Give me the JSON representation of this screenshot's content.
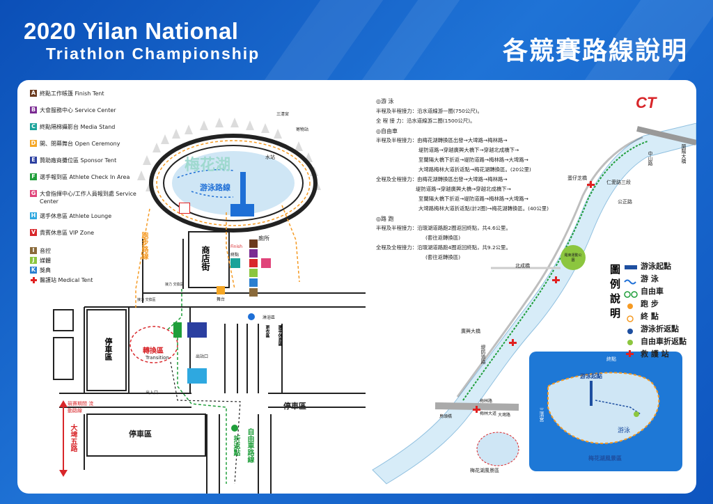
{
  "header": {
    "title_line1": "2020 Yilan National",
    "title_line2": "Triathlon Championship",
    "title_cn": "各競賽路線說明"
  },
  "legend": [
    {
      "key": "A",
      "color": "#6b3a1e",
      "label": "終點工作帳篷 Finish Tent"
    },
    {
      "key": "B",
      "color": "#7a2a92",
      "label": "大會服務中心 Service Center"
    },
    {
      "key": "C",
      "color": "#1aa39a",
      "label": "終點隔梯攝影台 Media Stand"
    },
    {
      "key": "D",
      "color": "#f5a623",
      "label": "開、閉幕舞台 Open Ceremony"
    },
    {
      "key": "E",
      "color": "#2b3fa0",
      "label": "贊助廠商攤位區 Sponsor Tent"
    },
    {
      "key": "F",
      "color": "#1f9e3a",
      "label": "選手報到區 Athlete Check In Area"
    },
    {
      "key": "G",
      "color": "#e0447a",
      "label": "大會指揮中心/工作人員報到處 Service Center"
    },
    {
      "key": "H",
      "color": "#2ea8e0",
      "label": "選手休息區 Athlete Lounge"
    },
    {
      "key": "V",
      "color": "#d8262a",
      "label": "貴賓休息區 VIP Zone"
    },
    {
      "key": "I",
      "color": "#8a6a3a",
      "label": "音控"
    },
    {
      "key": "J",
      "color": "#8cc63f",
      "label": "媒體"
    },
    {
      "key": "K",
      "color": "#2b7fd0",
      "label": "獎典"
    },
    {
      "key": "+",
      "color": "#e02020",
      "label": "醫護站 Medical Tent"
    }
  ],
  "left_map": {
    "lake_name": "梅花湖",
    "swim_label": "游泳路線",
    "water_station": "水站",
    "shop_street": "商店街",
    "parking": "停車區",
    "parking_right": "停車區",
    "parking_bottom": "停車區",
    "transition_cn": "轉換區",
    "transition_en": "Transition",
    "run_route": "跑步路線",
    "bike_route": "自由車路線",
    "turn_point": "折返點",
    "road": "大埤五路",
    "restricted": "競賽期間 流動路線",
    "temple": "三清宮",
    "finish": "Finish",
    "finish_cn": "終點",
    "toilet": "廁所",
    "entrance": "出入口",
    "stage": "舞台",
    "turnaround": "折返點",
    "relay1": "接力 交換區",
    "relay2": "接力 交換區",
    "store": "寄物站",
    "bath": "淋浴區",
    "change": "更衣區",
    "lounge": "選手休息區",
    "exit_label": "出站口"
  },
  "routes": {
    "swim_head": "◎游  泳",
    "swim": [
      "半程及半程接力：沿水道線游一圈(750公尺)。",
      "全  程  接  力：沿水道線游二圈(1500公尺)。"
    ],
    "bike_head": "◎自由車",
    "bike": [
      "半程及半程接力：由梅花湖轉換區出發→大埤路→梅林路→",
      "堤防道路→穿越廣興大橋下→穿越北成橋下→",
      "至蘭陽大橋下折返→堤防道路→梅林路→大埤路→",
      "大埤路梅林大道折返點→梅花湖轉換區。(20公里)",
      "全程及全程接力：由梅花湖轉換區出發→大埤路→梅林路→",
      "堤防道路→穿越廣興大橋→穿越北成橋下→",
      "至蘭陽大橋下折返→堤防道路→梅林路→大埤路→",
      "大埤路梅林大道折返點(計2圈)→梅花湖轉換區。(40公里)"
    ],
    "run_head": "◎路  跑",
    "run": [
      "半程及半程接力：沿環湖道路跑2圈返回終點，共4.6公里。",
      "(套往返轉換區)",
      "全程及全程接力：沿環湖道路跑4圈返回終點，共9.2公里。",
      "(套往返轉換區)"
    ]
  },
  "right_map": {
    "logo": "CT",
    "bridge1": "蘭陽大橋",
    "bridge2": "北成橋",
    "bridge3": "廣興大橋",
    "road1": "中山路",
    "road2": "仁愛路三段",
    "road3": "公正路",
    "road4": "堤防道路",
    "road5": "蛋仔芝橋",
    "park": "羅東運動公園",
    "north_bridge": "北成橋",
    "embank": "堤防道路",
    "rd_a": "梅林路",
    "rd_b": "大埤路",
    "rd_c": "梅林大道",
    "rd_d": "鳥頭橋",
    "scenic": "梅花湖風景區",
    "inset_swim_start": "游泳起點",
    "inset_swim": "游泳",
    "inset_temple": "三清宮",
    "inset_scenic": "梅花湖風景區",
    "inset_finish": "終點"
  },
  "map_legend": {
    "title": "圖例說明",
    "items": [
      {
        "label": "游泳起點",
        "icon": "swim-start-icon"
      },
      {
        "label": "游  泳",
        "icon": "swim-icon"
      },
      {
        "label": "自由車",
        "icon": "bike-icon"
      },
      {
        "label": "跑  步",
        "icon": "run-icon"
      },
      {
        "label": "終  點",
        "icon": "finish-icon"
      },
      {
        "label": "游泳折返點",
        "icon": "swim-turn-icon"
      },
      {
        "label": "自由車折返點",
        "icon": "bike-turn-icon"
      },
      {
        "label": "救 護 站",
        "icon": "medical-icon"
      }
    ]
  }
}
